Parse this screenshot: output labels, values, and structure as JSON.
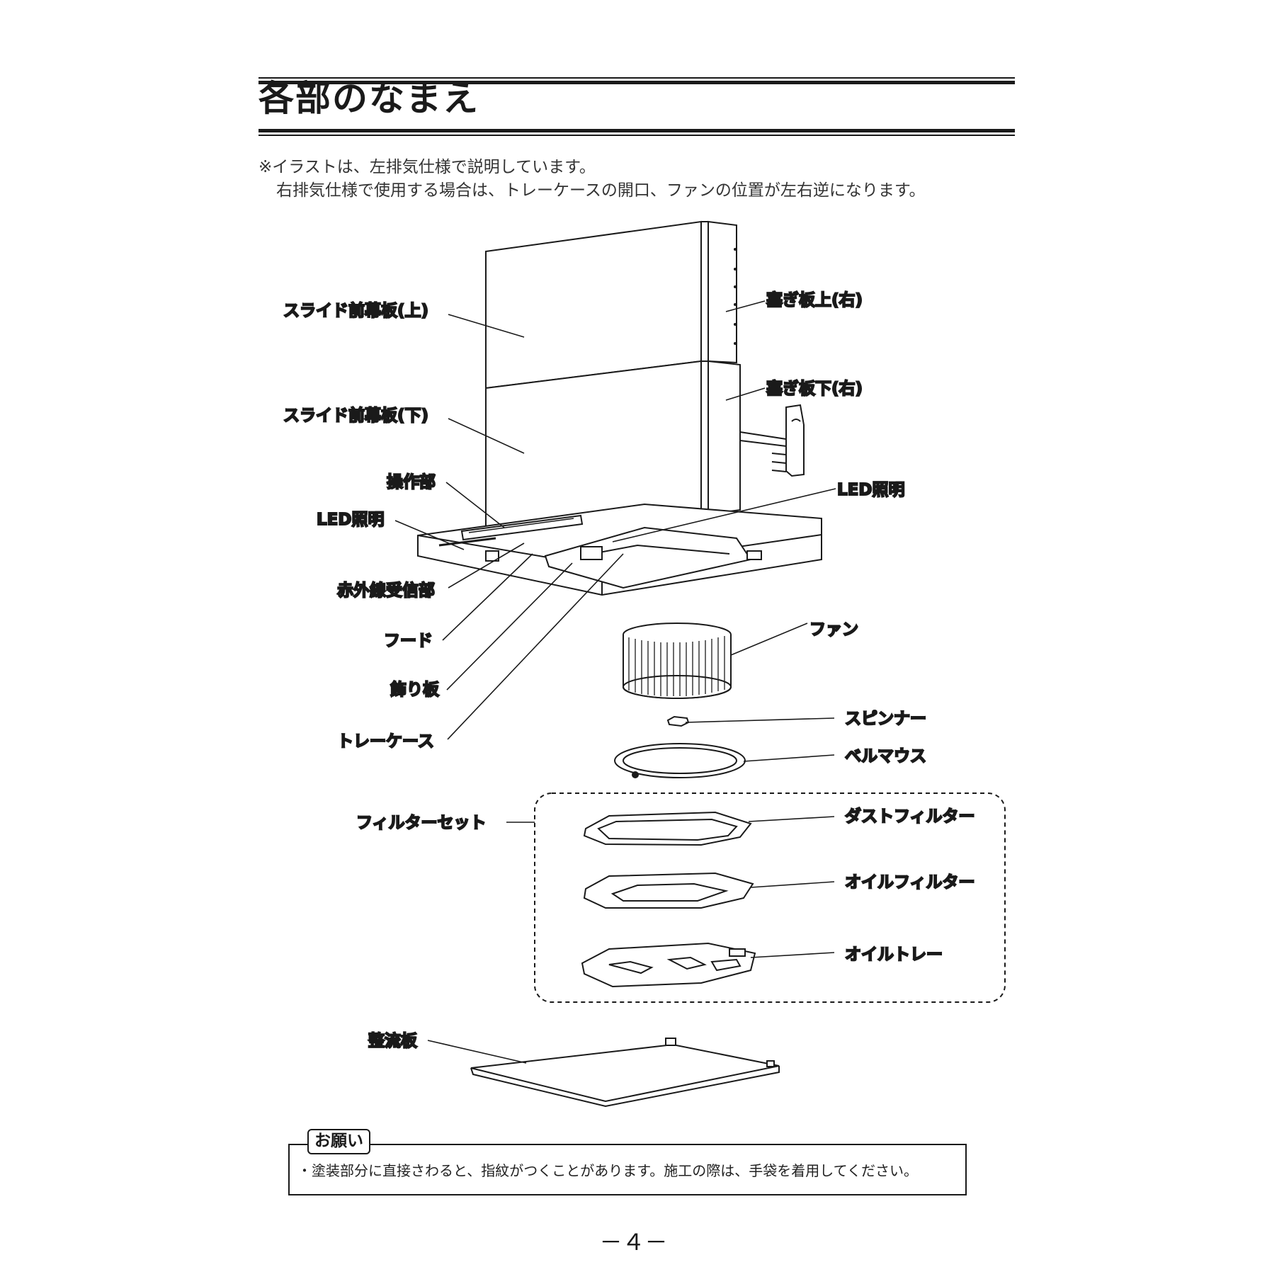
{
  "title": "各部のなまえ",
  "notes": [
    "※イラストは、左排気仕様で説明しています。",
    "右排気仕様で使用する場合は、トレーケースの開口、ファンの位置が左右逆になります。"
  ],
  "labels": {
    "slide_front_upper": "スライド前幕板(上)",
    "slide_front_lower": "スライド前幕板(下)",
    "control_panel": "操作部",
    "led_left": "LED照明",
    "ir_receiver": "赤外線受信部",
    "hood": "フード",
    "decor_plate": "飾り板",
    "tray_case": "トレーケース",
    "filter_set": "フィルターセット",
    "rectifier": "整流板",
    "block_upper_right": "塞ぎ板上(右)",
    "block_lower_right": "塞ぎ板下(右)",
    "led_right": "LED照明",
    "fan": "ファン",
    "spinner": "スピンナー",
    "bellmouth": "ベルマウス",
    "dust_filter": "ダストフィルター",
    "oil_filter": "オイルフィルター",
    "oil_tray": "オイルトレー"
  },
  "notice": {
    "title": "お願い",
    "text": "・塗装部分に直接さわると、指紋がつくことがあります。施工の際は、手袋を着用してください。"
  },
  "page_number": "－４－"
}
